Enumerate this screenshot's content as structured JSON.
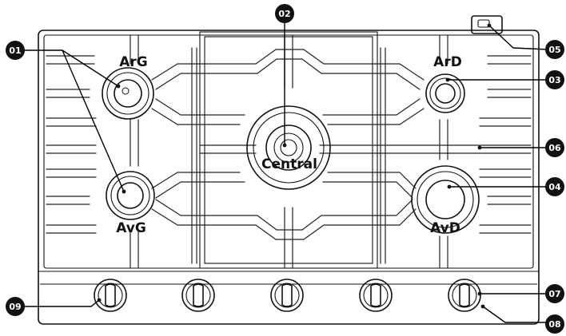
{
  "burners": {
    "rear_left": "ArG",
    "central": "Central",
    "rear_right": "ArD",
    "front_left": "AvG",
    "front_right": "AvD"
  },
  "callouts": [
    "01",
    "02",
    "03",
    "04",
    "05",
    "06",
    "07",
    "08",
    "09"
  ],
  "colors": {
    "badge": "#111111",
    "line": "#111111",
    "background": "#ffffff"
  }
}
